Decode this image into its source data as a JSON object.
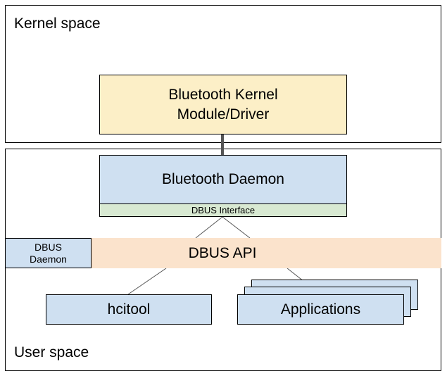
{
  "kernel_space": {
    "label": "Kernel space",
    "module_line1": "Bluetooth Kernel",
    "module_line2": "Module/Driver"
  },
  "user_space": {
    "label": "User space",
    "daemon": "Bluetooth Daemon",
    "dbus_interface": "DBUS Interface",
    "dbus_api": "DBUS API",
    "dbus_daemon_line1": "DBUS",
    "dbus_daemon_line2": "Daemon",
    "hcitool": "hcitool",
    "applications": "Applications"
  },
  "colors": {
    "kernel_module": "#fcefc7",
    "daemon": "#cfe0f1",
    "dbus_interface": "#d8e9d2",
    "dbus_api": "#fbe3cc",
    "connector": "#555555"
  }
}
